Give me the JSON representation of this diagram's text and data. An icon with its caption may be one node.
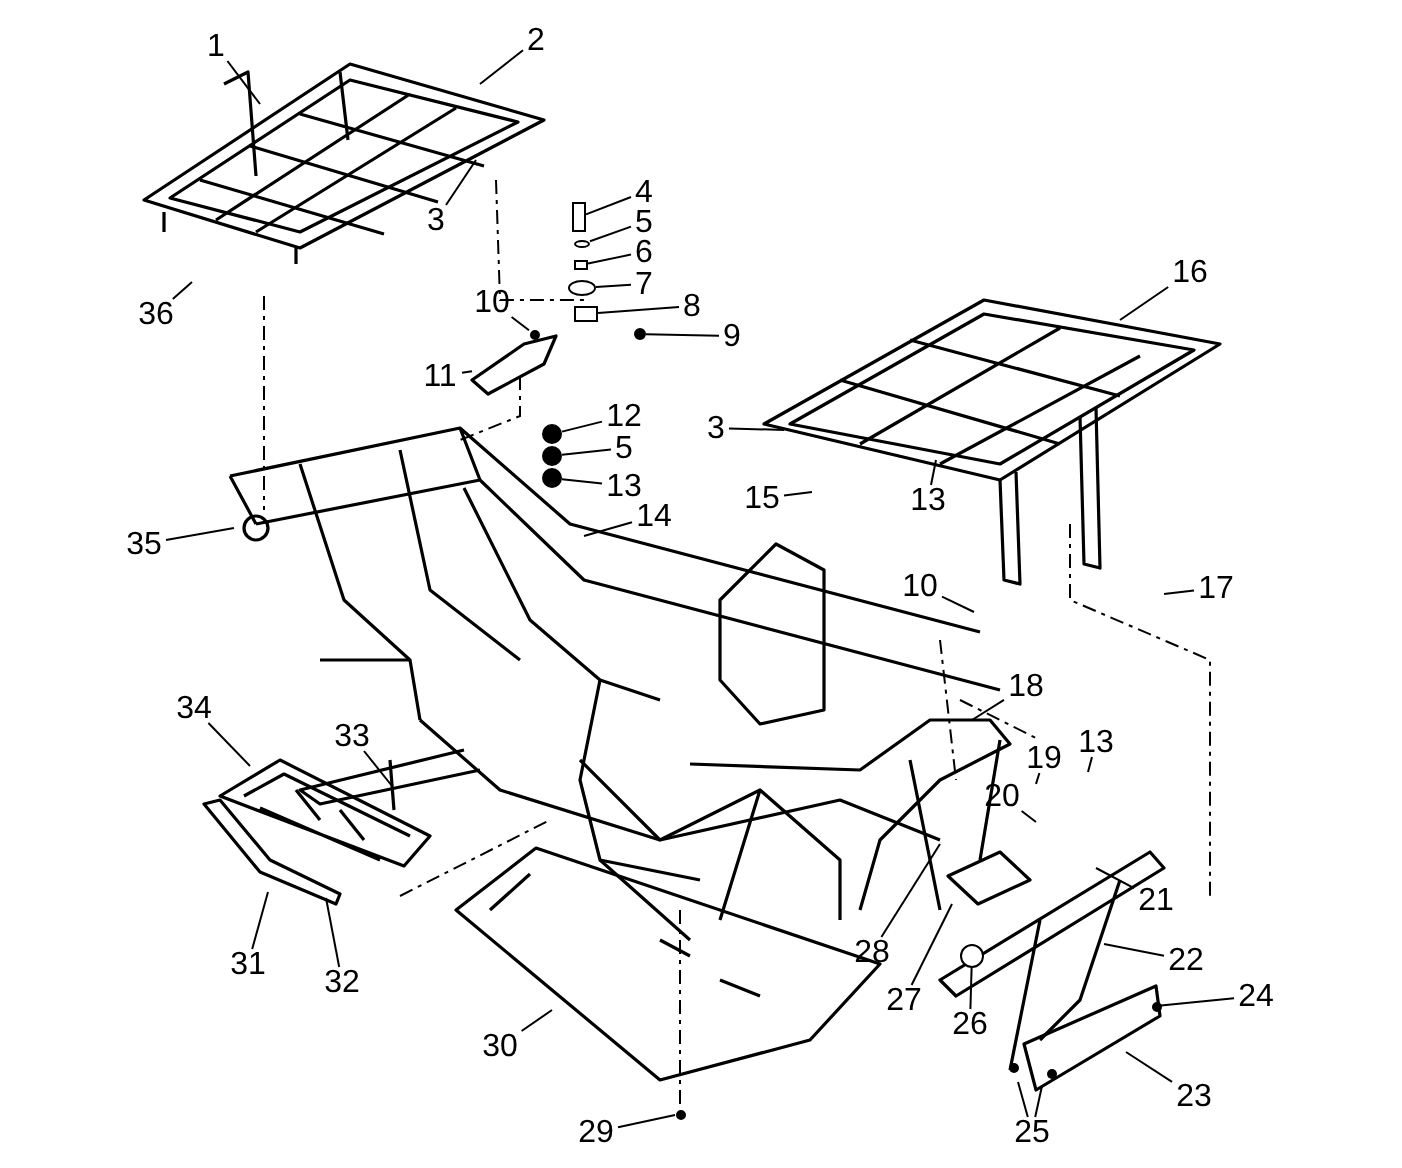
{
  "diagram": {
    "nodes": [
      {
        "text": [
          "1"
        ]
      },
      {
        "text": [
          "2"
        ]
      },
      {
        "text": [
          "3"
        ]
      },
      {
        "text": [
          "4"
        ]
      },
      {
        "text": [
          "5"
        ]
      },
      {
        "text": [
          "6"
        ]
      },
      {
        "text": [
          "7"
        ]
      },
      {
        "text": [
          "8"
        ]
      },
      {
        "text": [
          "16"
        ]
      },
      {
        "text": [
          "36"
        ]
      },
      {
        "text": [
          "10"
        ]
      },
      {
        "text": [
          "9"
        ]
      },
      {
        "text": [
          "11"
        ]
      },
      {
        "text": [
          "12"
        ]
      },
      {
        "text": [
          "5"
        ]
      },
      {
        "text": [
          "3"
        ]
      },
      {
        "text": [
          "13"
        ]
      },
      {
        "text": [
          "13"
        ]
      },
      {
        "text": [
          "15"
        ]
      },
      {
        "text": [
          "14"
        ]
      },
      {
        "text": [
          "35"
        ]
      },
      {
        "text": [
          "10"
        ]
      },
      {
        "text": [
          "17"
        ]
      },
      {
        "text": [
          "18"
        ]
      },
      {
        "text": [
          "34"
        ]
      },
      {
        "text": [
          "33"
        ]
      },
      {
        "text": [
          "13"
        ]
      },
      {
        "text": [
          "19"
        ]
      },
      {
        "text": [
          "20"
        ]
      },
      {
        "text": [
          "21"
        ]
      },
      {
        "text": [
          "28"
        ]
      },
      {
        "text": [
          "31"
        ]
      },
      {
        "text": [
          "32"
        ]
      },
      {
        "text": [
          "22"
        ]
      },
      {
        "text": [
          "27"
        ]
      },
      {
        "text": [
          "24"
        ]
      },
      {
        "text": [
          "26"
        ]
      },
      {
        "text": [
          "30"
        ]
      },
      {
        "text": [
          "23"
        ]
      },
      {
        "text": [
          "25"
        ]
      },
      {
        "text": [
          "29"
        ]
      },
      {
        "text": [],
        "shape": "box"
      },
      {
        "text": [],
        "shape": "circle"
      },
      {
        "text": [],
        "shape": "box"
      },
      {
        "text": [],
        "shape": "circle"
      },
      {
        "text": [],
        "shape": "box"
      },
      {
        "text": [],
        "shape": "circle"
      },
      {
        "text": [],
        "shape": "circle"
      },
      {
        "text": [],
        "shape": "bar"
      },
      {
        "text": [],
        "shape": "circle"
      },
      {
        "text": [],
        "shape": "circle"
      },
      {
        "text": [],
        "shape": "circle"
      },
      {
        "text": [],
        "shape": "circle"
      },
      {
        "text": [],
        "shape": "circle"
      },
      {
        "text": [],
        "shape": "circle"
      }
    ],
    "edges": [
      {
        "from": 0,
        "to": null,
        "arrow": "none"
      },
      {
        "from": 1,
        "to": null,
        "arrow": "none"
      },
      {
        "from": 2,
        "to": null,
        "arrow": "none"
      },
      {
        "from": 3,
        "to": 41,
        "arrow": "none"
      },
      {
        "from": 4,
        "to": 42,
        "arrow": "none"
      },
      {
        "from": 5,
        "to": 43,
        "arrow": "none"
      },
      {
        "from": 6,
        "to": 44,
        "arrow": "none"
      },
      {
        "from": 7,
        "to": 45,
        "arrow": "none"
      },
      {
        "from": 8,
        "to": null,
        "arrow": "none"
      },
      {
        "from": 9,
        "to": null,
        "arrow": "none"
      },
      {
        "from": 10,
        "to": 46,
        "arrow": "none"
      },
      {
        "from": 11,
        "to": 47,
        "arrow": "none"
      },
      {
        "from": 12,
        "to": 48,
        "arrow": "none"
      },
      {
        "from": 13,
        "to": 49,
        "arrow": "none"
      },
      {
        "from": 14,
        "to": 50,
        "arrow": "none"
      },
      {
        "from": 15,
        "to": null,
        "arrow": "none"
      },
      {
        "from": 16,
        "to": 51,
        "arrow": "none"
      },
      {
        "from": 17,
        "to": null,
        "arrow": "none"
      },
      {
        "from": 18,
        "to": null,
        "arrow": "none"
      },
      {
        "from": 19,
        "to": null,
        "arrow": "none"
      },
      {
        "from": 20,
        "to": null,
        "arrow": "none"
      },
      {
        "from": 21,
        "to": null,
        "arrow": "none"
      },
      {
        "from": 22,
        "to": null,
        "arrow": "none"
      },
      {
        "from": 23,
        "to": null,
        "arrow": "none"
      },
      {
        "from": 24,
        "to": null,
        "arrow": "none"
      },
      {
        "from": 25,
        "to": null,
        "arrow": "none"
      },
      {
        "from": 26,
        "to": null,
        "arrow": "none"
      },
      {
        "from": 27,
        "to": null,
        "arrow": "none"
      },
      {
        "from": 28,
        "to": null,
        "arrow": "none"
      },
      {
        "from": 29,
        "to": null,
        "arrow": "none"
      },
      {
        "from": 30,
        "to": null,
        "arrow": "none"
      },
      {
        "from": 31,
        "to": null,
        "arrow": "none"
      },
      {
        "from": 32,
        "to": null,
        "arrow": "none"
      },
      {
        "from": 33,
        "to": null,
        "arrow": "none"
      },
      {
        "from": 34,
        "to": null,
        "arrow": "none"
      },
      {
        "from": 35,
        "to": 53,
        "arrow": "none"
      },
      {
        "from": 36,
        "to": 52,
        "arrow": "none"
      },
      {
        "from": 37,
        "to": null,
        "arrow": "none"
      },
      {
        "from": 38,
        "to": null,
        "arrow": "none"
      },
      {
        "from": 39,
        "to": null,
        "arrow": "none"
      },
      {
        "from": 39,
        "to": null,
        "arrow": "none"
      },
      {
        "from": 40,
        "to": 54,
        "arrow": "none"
      }
    ]
  }
}
